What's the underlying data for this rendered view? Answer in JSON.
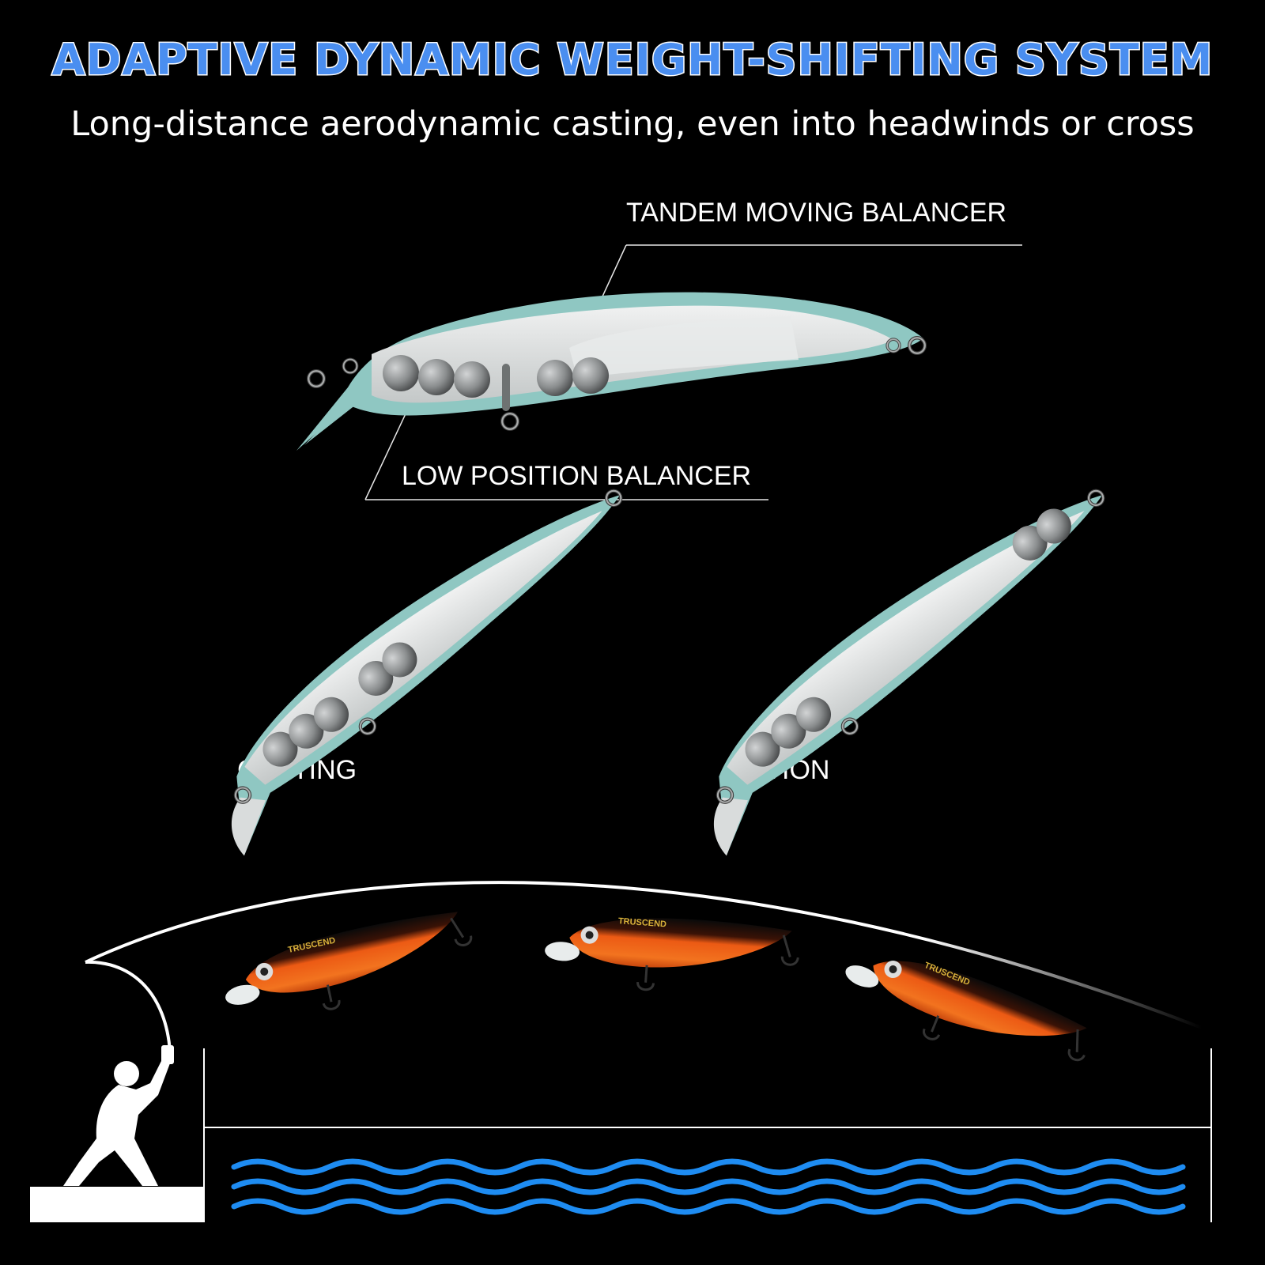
{
  "header": {
    "title": "ADAPTIVE DYNAMIC WEIGHT-SHIFTING SYSTEM",
    "subtitle": "Long-distance aerodynamic casting, even into headwinds or cross"
  },
  "labels": {
    "tandem": "TANDEM MOVING BALANCER",
    "low_position": "LOW POSITION BALANCER",
    "casting": "CASTING",
    "action": "ACTION"
  },
  "lures": {
    "brand": "TRUSCEND"
  },
  "colors": {
    "title_blue": "#4a8ef0",
    "shell": "#8fc7c2",
    "body": "#d9dcdc",
    "ball": "#8a8d8e",
    "lure_orange": "#ec5a14",
    "water": "#1e8cf2"
  }
}
